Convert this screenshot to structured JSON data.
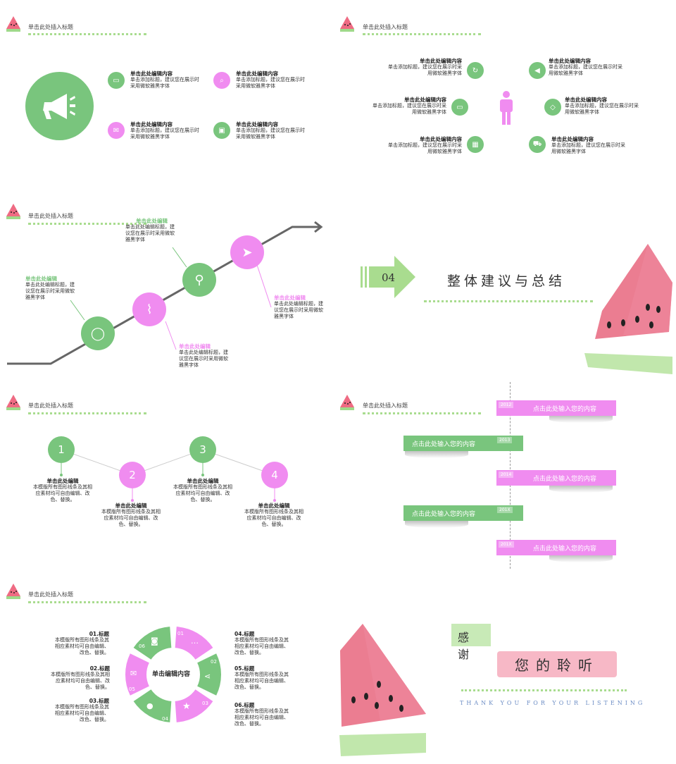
{
  "slide_header": "单击此处插入标题",
  "s1": {
    "items": [
      {
        "title": "单击此处编辑内容",
        "desc": "单击添加标题，建议您在展示时采用微软雅黑字体"
      },
      {
        "title": "单击此处编辑内容",
        "desc": "单击添加标题，建议您在展示时采用微软雅黑字体"
      },
      {
        "title": "单击此处编辑内容",
        "desc": "单击添加标题，建议您在展示时采用微软雅黑字体"
      },
      {
        "title": "单击此处编辑内容",
        "desc": "单击添加标题，建议您在展示时采用微软雅黑字体"
      }
    ]
  },
  "s2": {
    "items": [
      {
        "title": "单击此处编辑内容",
        "desc": "单击添加标题，建议您在展示时采用微软雅黑字体"
      },
      {
        "title": "单击此处编辑内容",
        "desc": "单击添加标题，建议您在展示时采用微软雅黑字体"
      },
      {
        "title": "单击此处编辑内容",
        "desc": "单击添加标题，建议您在展示时采用微软雅黑字体"
      },
      {
        "title": "单击此处编辑内容",
        "desc": "单击添加标题，建议您在展示时采用微软雅黑字体"
      },
      {
        "title": "单击此处编辑内容",
        "desc": "单击添加标题，建议您在展示时采用微软雅黑字体"
      },
      {
        "title": "单击此处编辑内容",
        "desc": "单击添加标题，建议您在展示时采用微软雅黑字体"
      }
    ]
  },
  "s3": {
    "steps": [
      {
        "title": "单击此处编辑",
        "desc": "单击此处编辑标题，建议您在展示时采用微软雅黑字体"
      },
      {
        "title": "单击此处编辑",
        "desc": "单击此处编辑标题，建议您在展示时采用微软雅黑字体"
      },
      {
        "title": "单击此处编辑",
        "desc": "单击此处编辑标题，建议您在展示时采用微软雅黑字体"
      },
      {
        "title": "单击此处编辑",
        "desc": "单击此处编辑标题，建议您在展示时采用微软雅黑字体"
      }
    ]
  },
  "s4": {
    "number": "04",
    "title": "整体建议与总结"
  },
  "s5": {
    "nodes": [
      {
        "num": "1",
        "title": "单击此处编辑",
        "desc": "本模版所有图形线条及其相应素材均可自由编辑、改色、替换。"
      },
      {
        "num": "2",
        "title": "单击此处编辑",
        "desc": "本模版所有图形线条及其相应素材均可自由编辑、改色、替换。"
      },
      {
        "num": "3",
        "title": "单击此处编辑",
        "desc": "本模版所有图形线条及其相应素材均可自由编辑、改色、替换。"
      },
      {
        "num": "4",
        "title": "单击此处编辑",
        "desc": "本模版所有图形线条及其相应素材均可自由编辑、改色、替换。"
      }
    ]
  },
  "s6": {
    "rows": [
      {
        "year": "2012",
        "text": "点击此处输入您的内容"
      },
      {
        "year": "2013",
        "text": "点击此处输入您的内容"
      },
      {
        "year": "2014",
        "text": "点击此处输入您的内容"
      },
      {
        "year": "201X",
        "text": "点击此处输入您的内容"
      },
      {
        "year": "201X",
        "text": "点击此处输入您的内容"
      }
    ]
  },
  "s7": {
    "center": "单击编辑内容",
    "segments": [
      "01",
      "02",
      "03",
      "04",
      "05",
      "06"
    ],
    "left": [
      {
        "title": "01.标题",
        "desc": "本模版所有图形线条及其相应素材均可自由编辑、改色、替换。"
      },
      {
        "title": "02.标题",
        "desc": "本模版所有图形线条及其相应素材均可自由编辑、改色、替换。"
      },
      {
        "title": "03.标题",
        "desc": "本模版所有图形线条及其相应素材均可自由编辑、改色、替换。"
      }
    ],
    "right": [
      {
        "title": "04.标题",
        "desc": "本模版所有图形线条及其相应素材均可自由编辑、改色、替换。"
      },
      {
        "title": "05.标题",
        "desc": "本模版所有图形线条及其相应素材均可自由编辑、改色、替换。"
      },
      {
        "title": "06.标题",
        "desc": "本模版所有图形线条及其相应素材均可自由编辑、改色、替换。"
      }
    ]
  },
  "s8": {
    "thanks_a": "感",
    "thanks_b": "谢",
    "listen": "您的聆听",
    "english": "THANK YOU FOR YOUR LISTENING"
  },
  "colors": {
    "green": "#79c57d",
    "pink": "#f08cf0",
    "light_green": "#a9dc8f",
    "watermelon": "#e8667e"
  }
}
